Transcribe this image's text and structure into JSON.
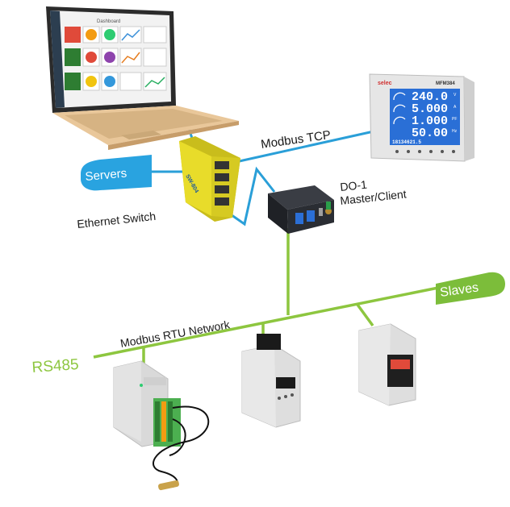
{
  "labels": {
    "modbus_tcp": "Modbus TCP",
    "servers": "Servers",
    "ethernet_switch": "Ethernet Switch",
    "do1_line1": "DO-1",
    "do1_line2": "Master/Client",
    "slaves": "Slaves",
    "modbus_rtu_network": "Modbus RTU Network",
    "rs485": "RS485"
  },
  "device_text": {
    "switch_brand": "SW-804",
    "meter_brand": "selec",
    "meter_model": "MFM384",
    "meter_rows": [
      "240.0",
      "5.000",
      "1.000",
      "50.00"
    ],
    "meter_units": [
      "V",
      "A",
      "PF",
      "Hz"
    ],
    "meter_counter": "18134621.5",
    "laptop_title": "Dashboard"
  },
  "colors": {
    "tcp_line": "#2a9fd8",
    "rtu_line": "#8dc63f",
    "servers_pill": "#29a3e0",
    "slaves_pill": "#7cbd3a",
    "rs485_text": "#8dc63f",
    "switch_body": "#e8dc2a"
  },
  "icons": [
    "laptop",
    "ethernet-switch",
    "energy-meter",
    "do1-gateway",
    "din-io-module",
    "din-meter",
    "din-counter",
    "temperature-probe"
  ]
}
